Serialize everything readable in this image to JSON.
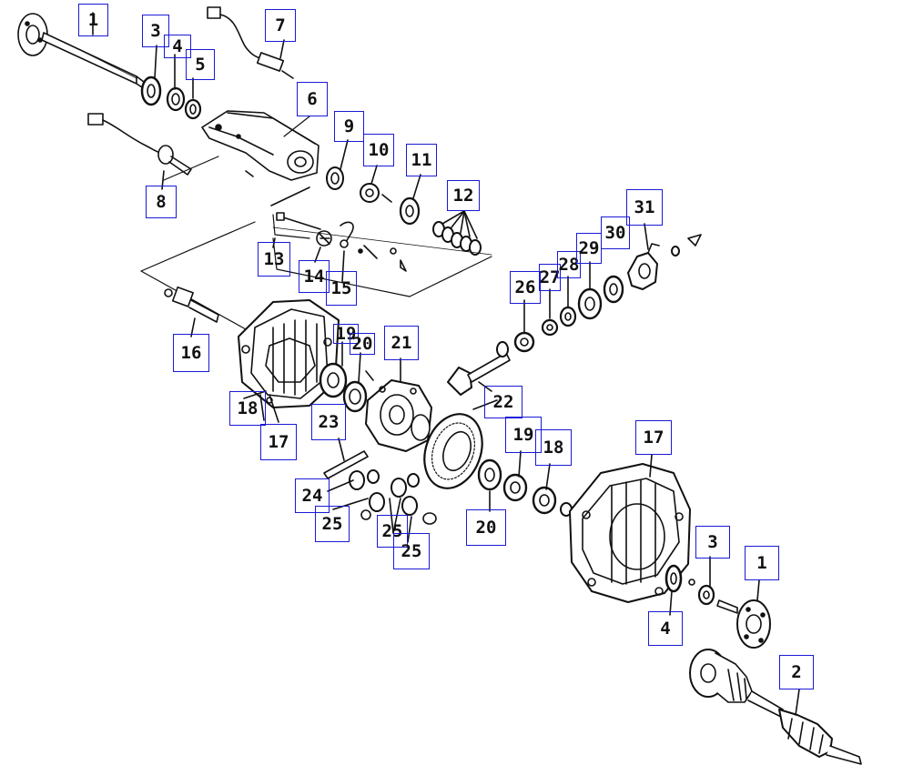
{
  "diagram": {
    "labels": [
      {
        "id": "l1a",
        "text": "1"
      },
      {
        "id": "l3a",
        "text": "3"
      },
      {
        "id": "l4a",
        "text": "4"
      },
      {
        "id": "l5",
        "text": "5"
      },
      {
        "id": "l7",
        "text": "7"
      },
      {
        "id": "l6",
        "text": "6"
      },
      {
        "id": "l8",
        "text": "8"
      },
      {
        "id": "l9",
        "text": "9"
      },
      {
        "id": "l10",
        "text": "10"
      },
      {
        "id": "l11",
        "text": "11"
      },
      {
        "id": "l12",
        "text": "12"
      },
      {
        "id": "l13",
        "text": "13"
      },
      {
        "id": "l14",
        "text": "14"
      },
      {
        "id": "l15",
        "text": "15"
      },
      {
        "id": "l16",
        "text": "16"
      },
      {
        "id": "l18a",
        "text": "18"
      },
      {
        "id": "l17a",
        "text": "17"
      },
      {
        "id": "l19a",
        "text": "19"
      },
      {
        "id": "l20a",
        "text": "20"
      },
      {
        "id": "l21",
        "text": "21"
      },
      {
        "id": "l22",
        "text": "22"
      },
      {
        "id": "l23",
        "text": "23"
      },
      {
        "id": "l24",
        "text": "24"
      },
      {
        "id": "l25a",
        "text": "25"
      },
      {
        "id": "l25b",
        "text": "25"
      },
      {
        "id": "l25c",
        "text": "25"
      },
      {
        "id": "l26",
        "text": "26"
      },
      {
        "id": "l27",
        "text": "27"
      },
      {
        "id": "l28",
        "text": "28"
      },
      {
        "id": "l29",
        "text": "29"
      },
      {
        "id": "l30",
        "text": "30"
      },
      {
        "id": "l31",
        "text": "31"
      },
      {
        "id": "l19b",
        "text": "19"
      },
      {
        "id": "l18b",
        "text": "18"
      },
      {
        "id": "l20b",
        "text": "20"
      },
      {
        "id": "l17b",
        "text": "17"
      },
      {
        "id": "l3b",
        "text": "3"
      },
      {
        "id": "l1b",
        "text": "1"
      },
      {
        "id": "l4b",
        "text": "4"
      },
      {
        "id": "l2",
        "text": "2"
      }
    ]
  }
}
